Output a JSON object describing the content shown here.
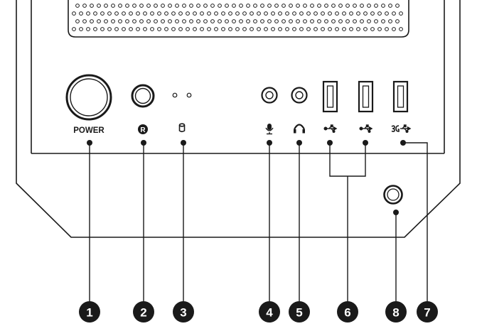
{
  "labels": {
    "power": "POWER",
    "reset": "R"
  },
  "callouts": [
    "1",
    "2",
    "3",
    "4",
    "5",
    "6",
    "7",
    "8"
  ],
  "icons": {
    "hdd_led": "hdd-led-icon",
    "microphone": "microphone-icon",
    "headphone": "headphone-icon",
    "usb2_a": "usb2-icon",
    "usb2_b": "usb2-icon",
    "usb3": "usb3-icon"
  },
  "colors": {
    "line": "#1a1a1a",
    "callout_fill": "#1a1a1a",
    "callout_text": "#ffffff",
    "background": "#ffffff"
  }
}
